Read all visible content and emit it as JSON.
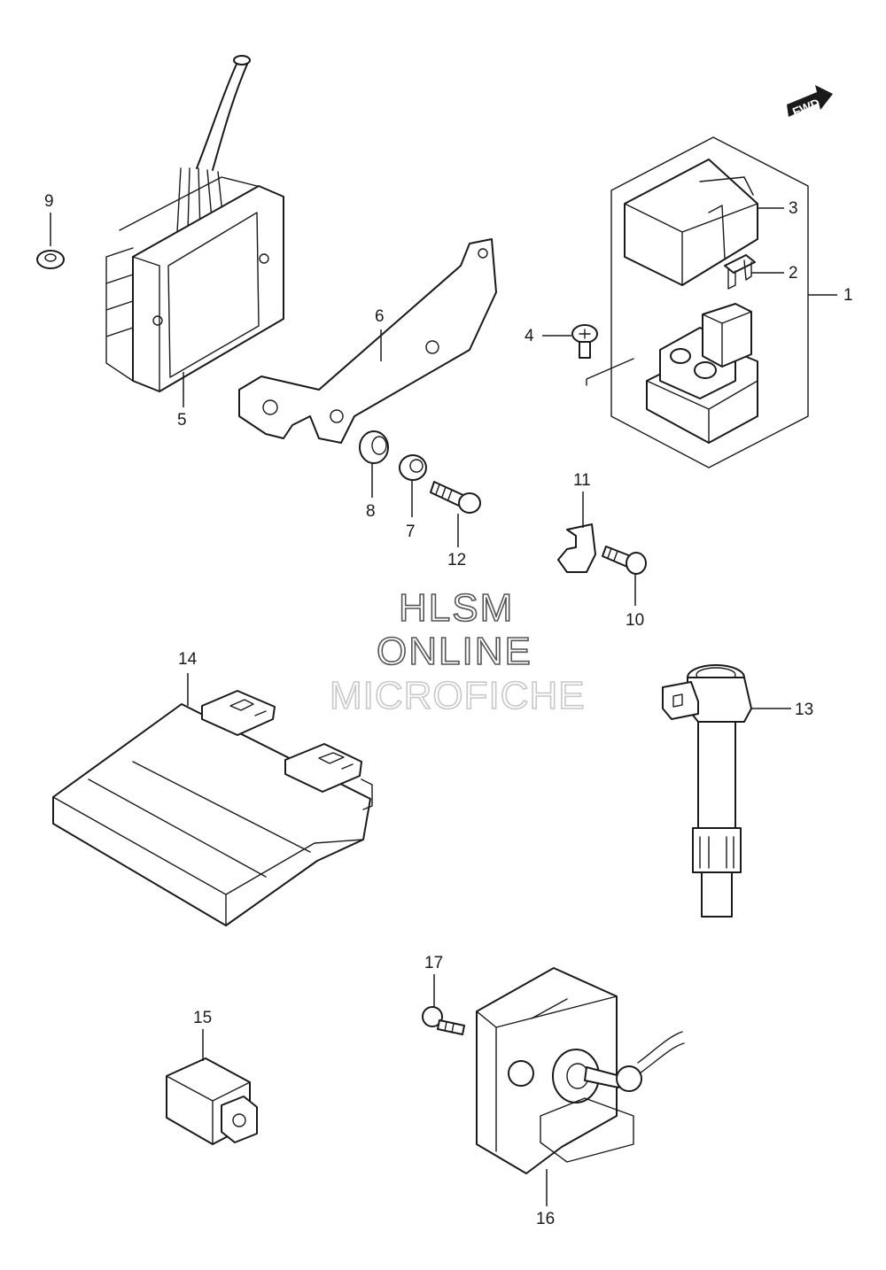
{
  "watermark": {
    "line1": "HLSM",
    "line2": "ONLINE",
    "line3": "MICROFICHE"
  },
  "fwd_label": "FWD",
  "callouts": {
    "c1": "1",
    "c2": "2",
    "c3": "3",
    "c4": "4",
    "c5": "5",
    "c6": "6",
    "c7": "7",
    "c8": "8",
    "c9": "9",
    "c10": "10",
    "c11": "11",
    "c12": "12",
    "c13": "13",
    "c14": "14",
    "c15": "15",
    "c16": "16",
    "c17": "17"
  },
  "colors": {
    "line": "#1a1a1a",
    "background": "#ffffff",
    "watermark_dark": "#555555",
    "watermark_light": "#c8c8c8"
  }
}
